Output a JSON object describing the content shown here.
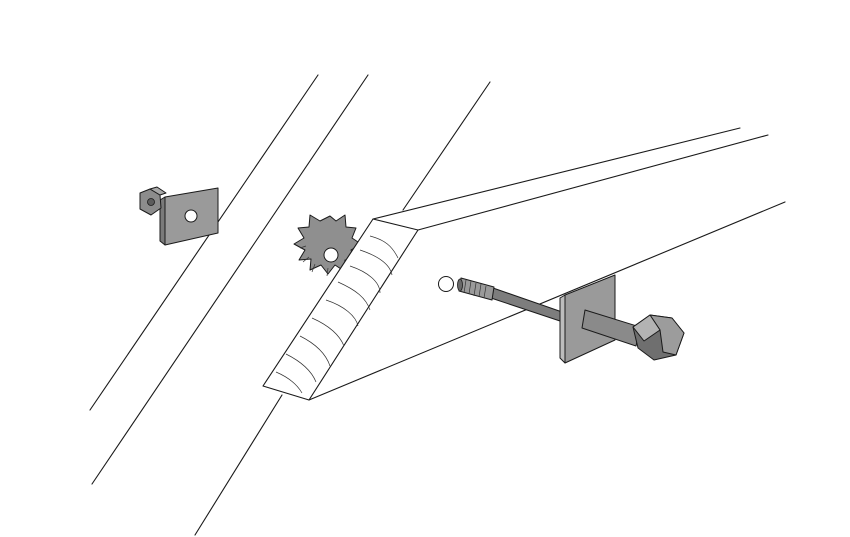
{
  "figure": {
    "description_parts": [
      "rafter",
      "timber-beam",
      "toothed-ring-connector",
      "angle-bracket-with-nut",
      "bolt-with-washer"
    ],
    "colors": {
      "line": "#1a1a1a",
      "metal_fill": "#9a9a9a",
      "metal_dark": "#6e6e6e",
      "metal_light": "#b8b8b8",
      "background": "#ffffff"
    }
  }
}
